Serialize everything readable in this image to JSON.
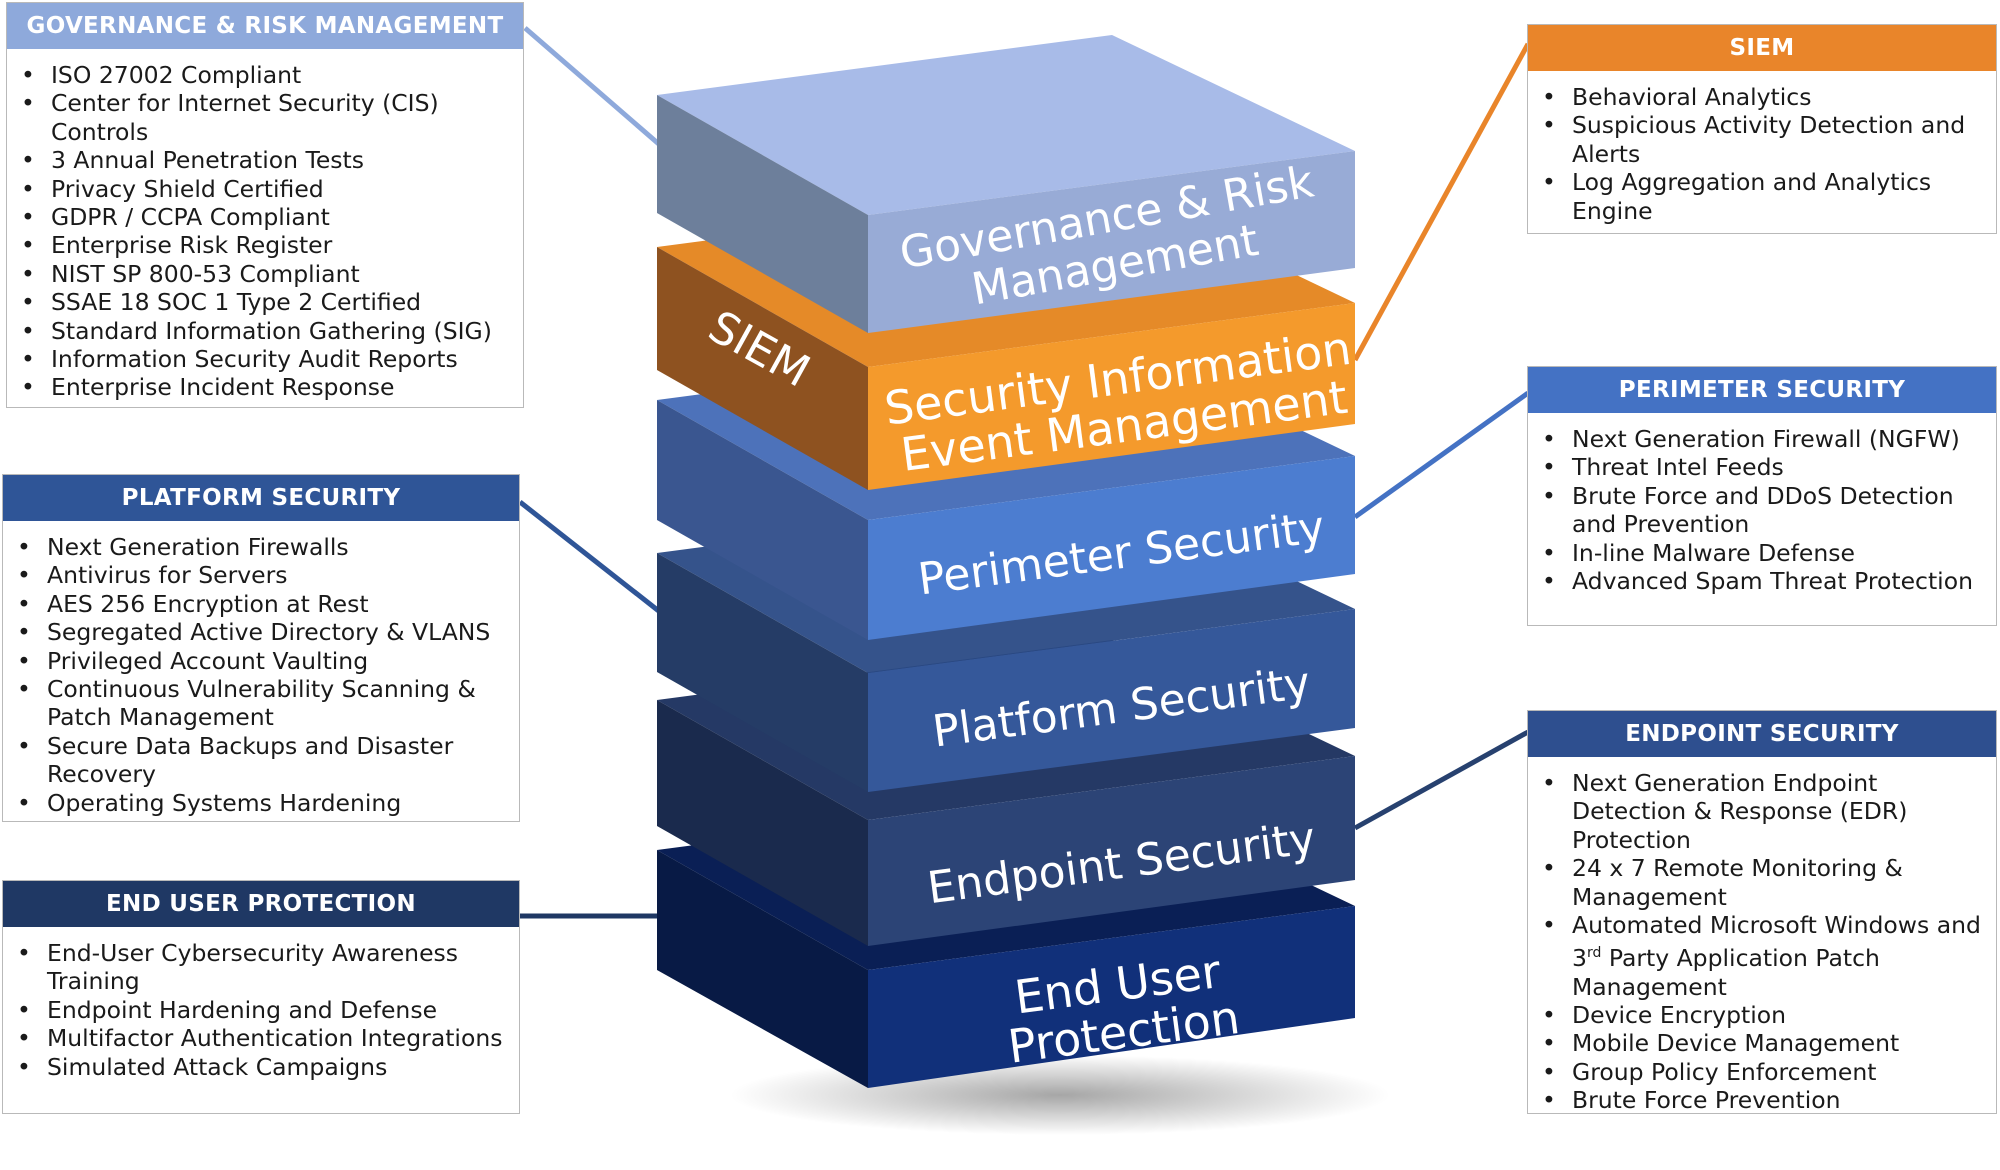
{
  "colors": {
    "governance": "#9fb3e2",
    "siem": "#ea8b2c",
    "perimeter": "#4f7ccb",
    "platform": "#2f5597",
    "endpoint": "#27416f",
    "enduser": "#0f2a66",
    "panel_gov_header": "#8ea9db",
    "panel_siem_header": "#e9852a",
    "panel_perim_header": "#4472c4",
    "panel_platform_header": "#2f5597",
    "panel_endpoint_header": "#2e4f8f",
    "panel_enduser_header": "#1f3864"
  },
  "stack": {
    "governance_label_1": "Governance & Risk",
    "governance_label_2": "Management",
    "siem_side_label": "SIEM",
    "siem_label_1": "Security Information",
    "siem_label_2": "Event Management",
    "perimeter_label": "Perimeter Security",
    "platform_label": "Platform Security",
    "endpoint_label": "Endpoint Security",
    "enduser_label_1": "End User",
    "enduser_label_2": "Protection"
  },
  "panels": {
    "governance": {
      "title": "GOVERNANCE & RISK MANAGEMENT",
      "items": [
        "ISO 27002 Compliant",
        "Center for Internet Security (CIS) Controls",
        "3 Annual Penetration Tests",
        "Privacy Shield Certified",
        "GDPR / CCPA Compliant",
        "Enterprise Risk Register",
        "NIST SP 800-53 Compliant",
        "SSAE 18 SOC 1 Type 2 Certified",
        "Standard Information Gathering (SIG)",
        "Information Security Audit Reports",
        "Enterprise Incident Response"
      ]
    },
    "platform": {
      "title": "PLATFORM SECURITY",
      "items": [
        "Next Generation Firewalls",
        "Antivirus for Servers",
        "AES 256 Encryption at Rest",
        "Segregated Active Directory & VLANS",
        "Privileged Account Vaulting",
        "Continuous Vulnerability Scanning & Patch Management",
        "Secure Data Backups and Disaster Recovery",
        "Operating Systems Hardening"
      ]
    },
    "enduser": {
      "title": "END USER PROTECTION",
      "items": [
        "End-User Cybersecurity Awareness Training",
        "Endpoint Hardening and Defense",
        "Multifactor Authentication Integrations",
        "Simulated Attack Campaigns"
      ]
    },
    "siem": {
      "title": "SIEM",
      "items": [
        "Behavioral Analytics",
        "Suspicious Activity Detection and Alerts",
        "Log Aggregation and Analytics Engine"
      ]
    },
    "perimeter": {
      "title": "PERIMETER SECURITY",
      "items": [
        "Next Generation Firewall (NGFW)",
        "Threat Intel Feeds",
        "Brute Force and DDoS Detection and Prevention",
        "In-line Malware Defense",
        "Advanced Spam Threat Protection"
      ]
    },
    "endpoint": {
      "title": "ENDPOINT SECURITY",
      "items": [
        "Next Generation Endpoint Detection & Response (EDR) Protection",
        "24 x 7 Remote Monitoring & Management",
        "Automated Microsoft Windows and 3rd Party Application Patch Management",
        "Device Encryption",
        "Mobile Device Management",
        "Group Policy Enforcement",
        "Brute Force Prevention"
      ]
    }
  }
}
